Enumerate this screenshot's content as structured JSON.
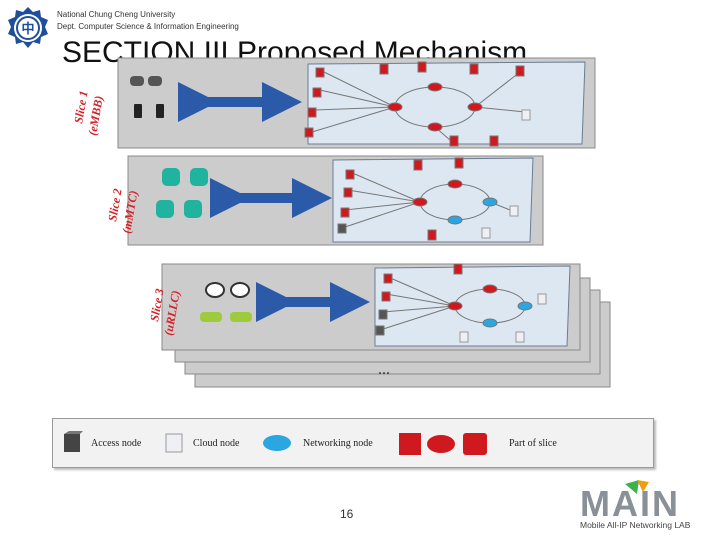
{
  "header": {
    "university": "National Chung Cheng University",
    "department": "Dept. Computer Science & Information Engineering"
  },
  "title": "SECTION III Proposed Mechanism",
  "slices": [
    {
      "label": "Slice 1",
      "sub": "(eMBB)"
    },
    {
      "label": "Slice 2",
      "sub": "(mMTC)"
    },
    {
      "label": "Slice 3",
      "sub": "(uRLLC)"
    }
  ],
  "ellipsis": "...",
  "legend": {
    "access": "Access node",
    "cloud": "Cloud node",
    "networking": "Networking node",
    "part": "Part of slice"
  },
  "page_number": "16",
  "lab": {
    "logo_text": "MAIN",
    "name": "Mobile All-IP Networking LAB"
  },
  "colors": {
    "slice_red": "#d0181f",
    "arrow_blue": "#2a5aa8",
    "net_blue": "#2aa6e0",
    "iot_teal": "#1fb3a0",
    "panel_bg": "#dde7f2",
    "slice_label_red": "#d62027"
  }
}
